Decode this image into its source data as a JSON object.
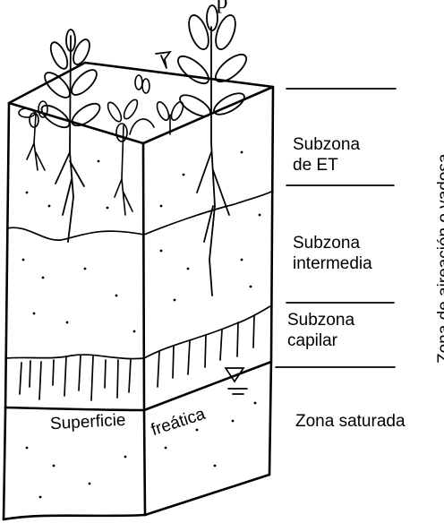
{
  "header_text": "p",
  "labels": {
    "subzona_et": [
      "Subzona",
      "de ET"
    ],
    "subzona_intermedia": [
      "Subzona",
      "intermedia"
    ],
    "subzona_capilar": [
      "Subzona",
      "capilar"
    ],
    "zona_saturada": "Zona saturada",
    "superficie": "Superficie",
    "freatica": "freática",
    "zona_aireacion": "Zona de aireación o vadosa"
  },
  "colors": {
    "ink": "#000000",
    "background": "#ffffff"
  }
}
